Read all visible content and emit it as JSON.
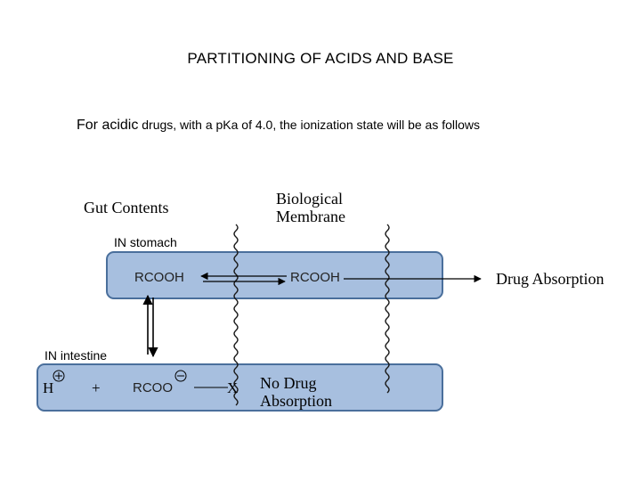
{
  "title": "PARTITIONING OF ACIDS AND BASE",
  "subtitle": {
    "lead": "For acidic",
    "rest": " drugs, with a pKa of 4.0, the ionization state will be as follows"
  },
  "diagram": {
    "gut_contents": "Gut Contents",
    "membrane_line1": "Biological",
    "membrane_line2": "Membrane",
    "stomach_label": "IN stomach",
    "intestine_label": "IN intestine",
    "stomach_species_left": "RCOOH",
    "stomach_species_right": "RCOOH",
    "drug_absorption": "Drug Absorption",
    "h_symbol": "H",
    "plus": "+",
    "anion": "RCOO",
    "x_mark": "X",
    "no_drug_line1": "No Drug",
    "no_drug_line2": "Absorption",
    "box_fill": "#a7bfdf",
    "box_stroke": "#4a6f9c"
  }
}
